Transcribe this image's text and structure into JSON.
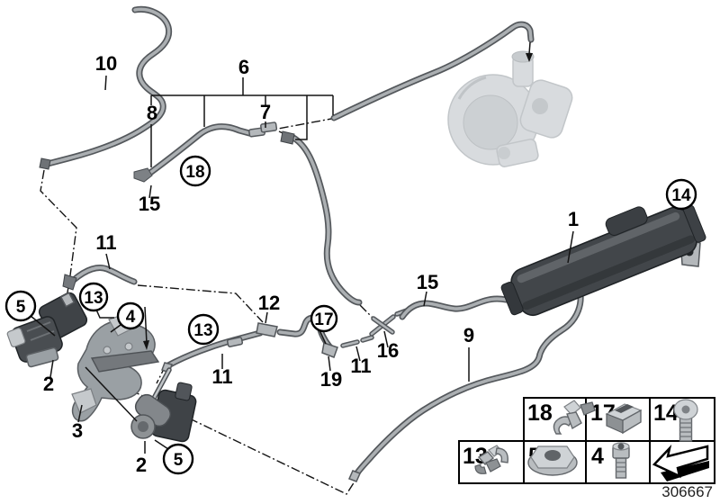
{
  "part_number": "306667",
  "callouts": {
    "n1": "1",
    "n2": "2",
    "n3": "3",
    "n4": "4",
    "n5": "5",
    "n6": "6",
    "n7": "7",
    "n8": "8",
    "n9": "9",
    "n10": "10",
    "n11": "11",
    "n12": "12",
    "n13": "13",
    "n14": "14",
    "n15": "15",
    "n16": "16",
    "n17": "17",
    "n18": "18",
    "n19": "19"
  },
  "legend": {
    "rows": [
      {
        "cells": [
          {
            "num": "18",
            "item": "hose-clip-icon"
          },
          {
            "num": "17",
            "item": "cage-nut-icon"
          },
          {
            "num": "14",
            "item": "torx-screw-icon"
          }
        ]
      },
      {
        "cells": [
          {
            "num": "13",
            "item": "double-hose-clip-icon"
          },
          {
            "num": "5",
            "item": "plastic-nut-icon"
          },
          {
            "num": "4",
            "item": "socket-head-screw-icon"
          },
          {
            "num": "",
            "item": "installation-direction-arrow-icon"
          }
        ]
      }
    ]
  },
  "colors": {
    "tube_outline": "#54585c",
    "tube_fill": "#abafb2",
    "part_dark": "#3f4347",
    "bracket_gray": "#9aa0a4",
    "faded_part": "#d8dbde",
    "label": "#000000"
  }
}
